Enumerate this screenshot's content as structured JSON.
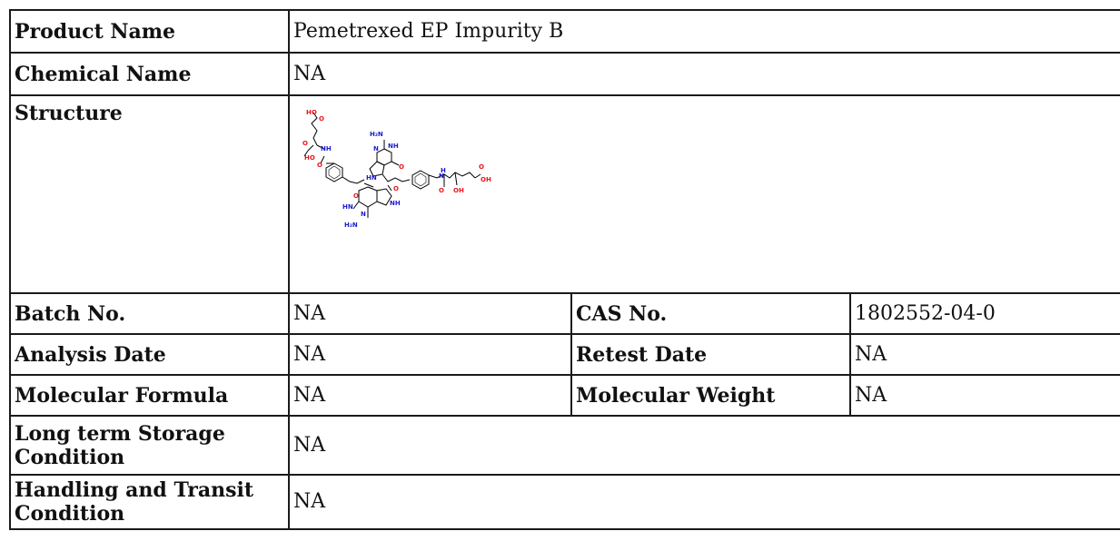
{
  "rows": {
    "product_name": {
      "label": "Product Name",
      "value": "Pemetrexed EP Impurity B"
    },
    "chemical_name": {
      "label": "Chemical Name",
      "value": "NA"
    },
    "structure": {
      "label": "Structure"
    },
    "batch_no": {
      "label": "Batch No.",
      "value": "NA"
    },
    "cas_no": {
      "label": "CAS No.",
      "value": "1802552-04-0"
    },
    "analysis_date": {
      "label": "Analysis Date",
      "value": "NA"
    },
    "retest_date": {
      "label": "Retest Date",
      "value": "NA"
    },
    "molecular_formula": {
      "label": "Molecular Formula",
      "value": "NA"
    },
    "molecular_weight": {
      "label": "Molecular Weight",
      "value": "NA"
    },
    "storage": {
      "label": "Long term Storage Condition",
      "value": "NA"
    },
    "handling": {
      "label": "Handling and Transit Condition",
      "value": "NA"
    }
  },
  "structure_atoms": {
    "ho": "HO",
    "o": "O",
    "nh": "NH",
    "hn": "HN",
    "h2n": "H₂N",
    "n": "N",
    "h": "H",
    "oh": "OH"
  },
  "colors": {
    "border": "#1a1a1a",
    "oxygen": "#e8151b",
    "nitrogen": "#1c1ccc",
    "bond": "#000000"
  }
}
